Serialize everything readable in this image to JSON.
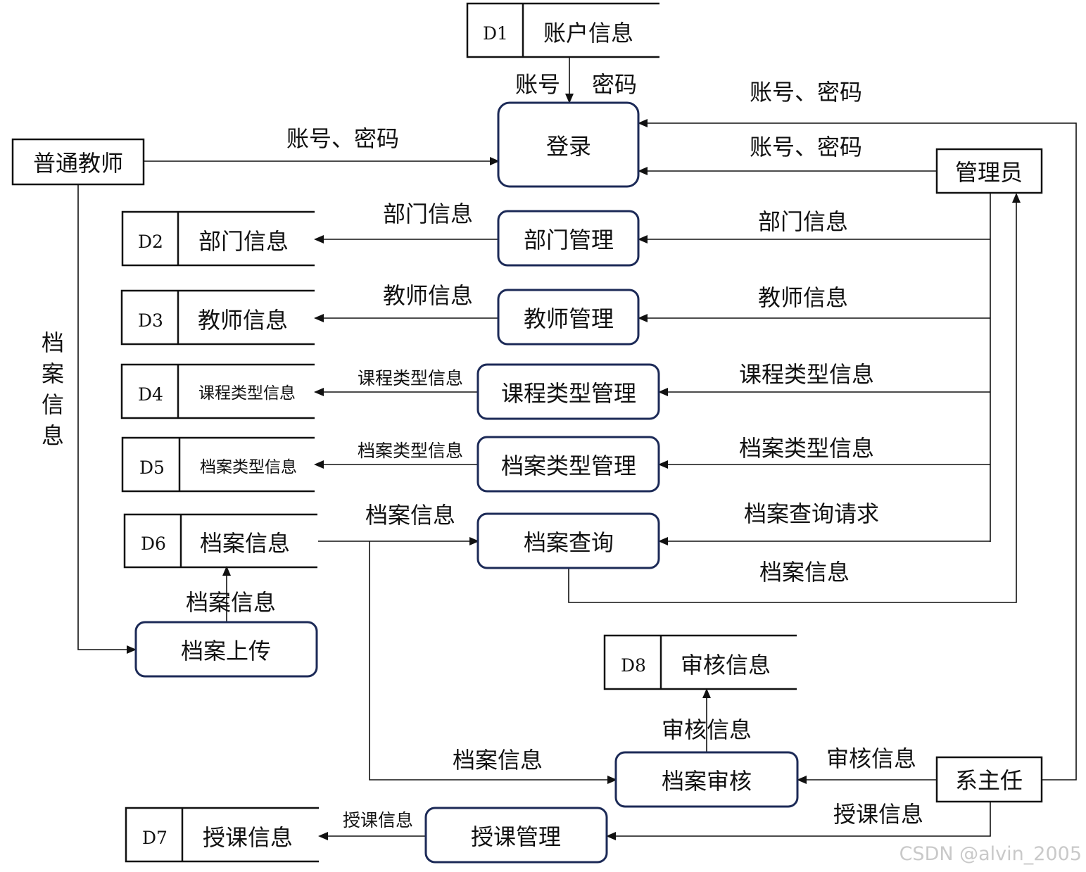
{
  "entities": {
    "teacher": "普通教师",
    "admin": "管理员",
    "head": "系主任"
  },
  "processes": {
    "login": "登录",
    "dept_mgmt": "部门管理",
    "teacher_mgmt": "教师管理",
    "course_type_mgmt": "课程类型管理",
    "archive_type_mgmt": "档案类型管理",
    "archive_query": "档案查询",
    "archive_upload": "档案上传",
    "archive_review": "档案审核",
    "teaching_mgmt": "授课管理"
  },
  "stores": [
    {
      "id": "D1",
      "name": "账户信息"
    },
    {
      "id": "D2",
      "name": "部门信息"
    },
    {
      "id": "D3",
      "name": "教师信息"
    },
    {
      "id": "D4",
      "name": "课程类型信息"
    },
    {
      "id": "D5",
      "name": "档案类型信息"
    },
    {
      "id": "D6",
      "name": "档案信息"
    },
    {
      "id": "D7",
      "name": "授课信息"
    },
    {
      "id": "D8",
      "name": "审核信息"
    }
  ],
  "flows": {
    "d1_login_a": "账号",
    "d1_login_b": "密码",
    "head_login": "账号、密码",
    "admin_login": "账号、密码",
    "teacher_login": "账号、密码",
    "dept_to_store": "部门信息",
    "admin_dept": "部门信息",
    "teacher_to_store": "教师信息",
    "admin_teacher": "教师信息",
    "course_to_store": "课程类型信息",
    "admin_course": "课程类型信息",
    "archtype_to_store": "档案类型信息",
    "admin_archtype": "档案类型信息",
    "d6_query": "档案信息",
    "admin_query": "档案查询请求",
    "query_admin": "档案信息",
    "teacher_upload": [
      "档",
      "案",
      "信",
      "息"
    ],
    "upload_d6": "档案信息",
    "d6_review": "档案信息",
    "review_d8": "审核信息",
    "head_review": "审核信息",
    "teaching_d7": "授课信息",
    "head_teaching": "授课信息"
  },
  "watermark": "CSDN @alvin_2005"
}
